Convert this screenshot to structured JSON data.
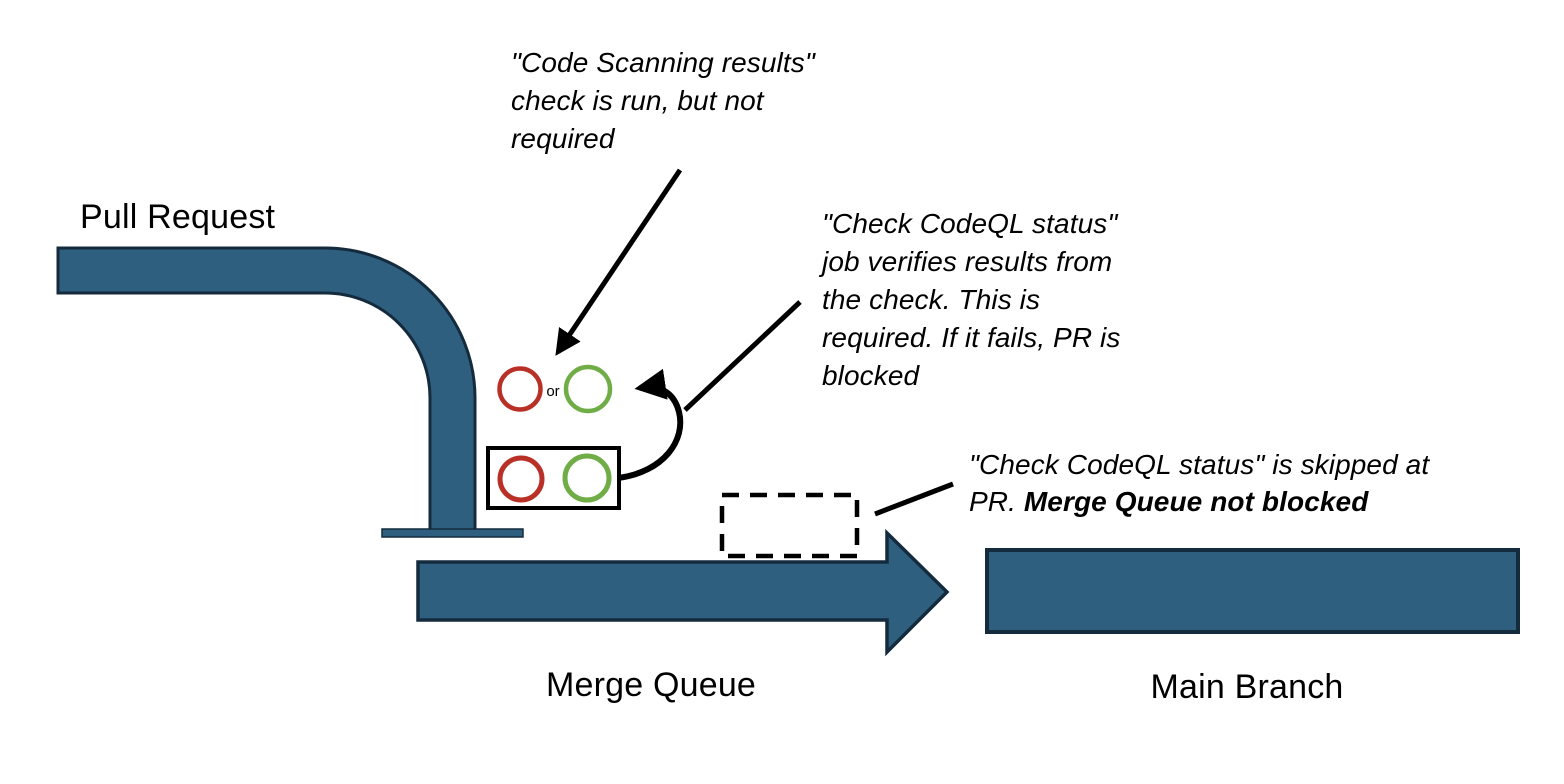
{
  "labels": {
    "pull_request": "Pull Request",
    "merge_queue": "Merge Queue",
    "main_branch": "Main Branch",
    "or": "or"
  },
  "annotations": {
    "code_scanning": {
      "lines": [
        "\"Code Scanning results\"",
        "check is run, but not",
        "required"
      ]
    },
    "check_codeql_job": {
      "lines": [
        "\"Check CodeQL status\"",
        "job verifies results from",
        "the check. This is",
        "required. If it fails, PR is",
        "blocked"
      ]
    },
    "skipped_at_pr": {
      "line1": "\"Check CodeQL status\" is skipped at",
      "line2_prefix": "PR. ",
      "line2_bold": "Merge Queue not blocked"
    }
  },
  "icons": {
    "fail_status": "red-circle-outline-icon",
    "pass_status": "green-circle-outline-icon"
  },
  "colors": {
    "pipe-fill": "#2E5F7E",
    "pipe-stroke": "#142B3E",
    "fail-red": "#B93026",
    "pass-green": "#70AD47",
    "ink": "#000000"
  }
}
